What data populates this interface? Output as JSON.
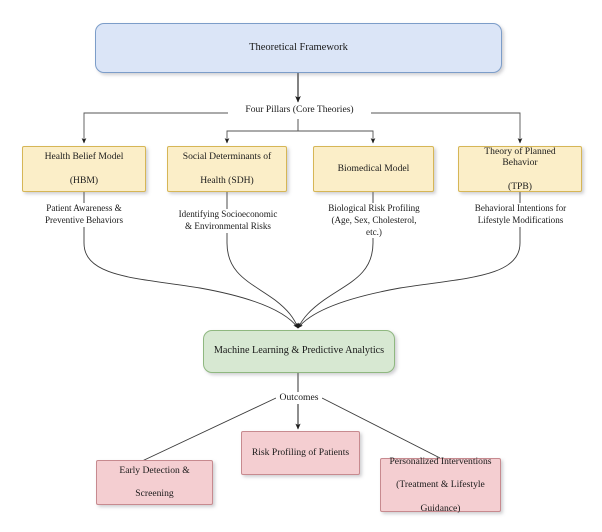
{
  "diagram": {
    "title": "Theoretical Framework",
    "hub_pillars": "Four Pillars (Core Theories)",
    "hub_outcomes": "Outcomes",
    "ml_node": "Machine Learning & Predictive Analytics",
    "pillars": [
      {
        "label": "Health Belief Model (HBM)",
        "line1": "Health Belief Model",
        "line2": "(HBM)",
        "edge_line1": "Patient Awareness &",
        "edge_line2": "Preventive Behaviors",
        "edge_line3": ""
      },
      {
        "label": "Social Determinants of Health (SDH)",
        "line1": "Social Determinants of",
        "line2": "Health (SDH)",
        "edge_line1": "Identifying Socioeconomic",
        "edge_line2": "& Environmental Risks",
        "edge_line3": ""
      },
      {
        "label": "Biomedical Model",
        "line1": "Biomedical Model",
        "line2": "",
        "edge_line1": "Biological Risk Profiling",
        "edge_line2": "(Age, Sex, Cholesterol,",
        "edge_line3": "etc.)"
      },
      {
        "label": "Theory of Planned Behavior (TPB)",
        "line1": "Theory of Planned Behavior",
        "line2": "(TPB)",
        "edge_line1": "Behavioral Intentions for",
        "edge_line2": "Lifestyle Modifications",
        "edge_line3": ""
      }
    ],
    "outcomes": [
      {
        "label": "Early Detection & Screening",
        "line1": "Early Detection &",
        "line2": "Screening",
        "line3": ""
      },
      {
        "label": "Risk Profiling of Patients",
        "line1": "Risk Profiling of Patients",
        "line2": "",
        "line3": ""
      },
      {
        "label": "Personalized Interventions (Treatment & Lifestyle Guidance)",
        "line1": "Personalized Interventions",
        "line2": "(Treatment & Lifestyle",
        "line3": "Guidance)"
      }
    ],
    "colors": {
      "root_fill": "#dbe5f7",
      "root_stroke": "#7c9dc9",
      "pillar_fill": "#fbeec8",
      "pillar_stroke": "#d6b656",
      "ml_fill": "#d7e8d2",
      "ml_stroke": "#8fb880",
      "outcome_fill": "#f4ced1",
      "outcome_stroke": "#c78a8f",
      "edge_stroke": "#3a3a3a",
      "background": "#ffffff"
    }
  }
}
